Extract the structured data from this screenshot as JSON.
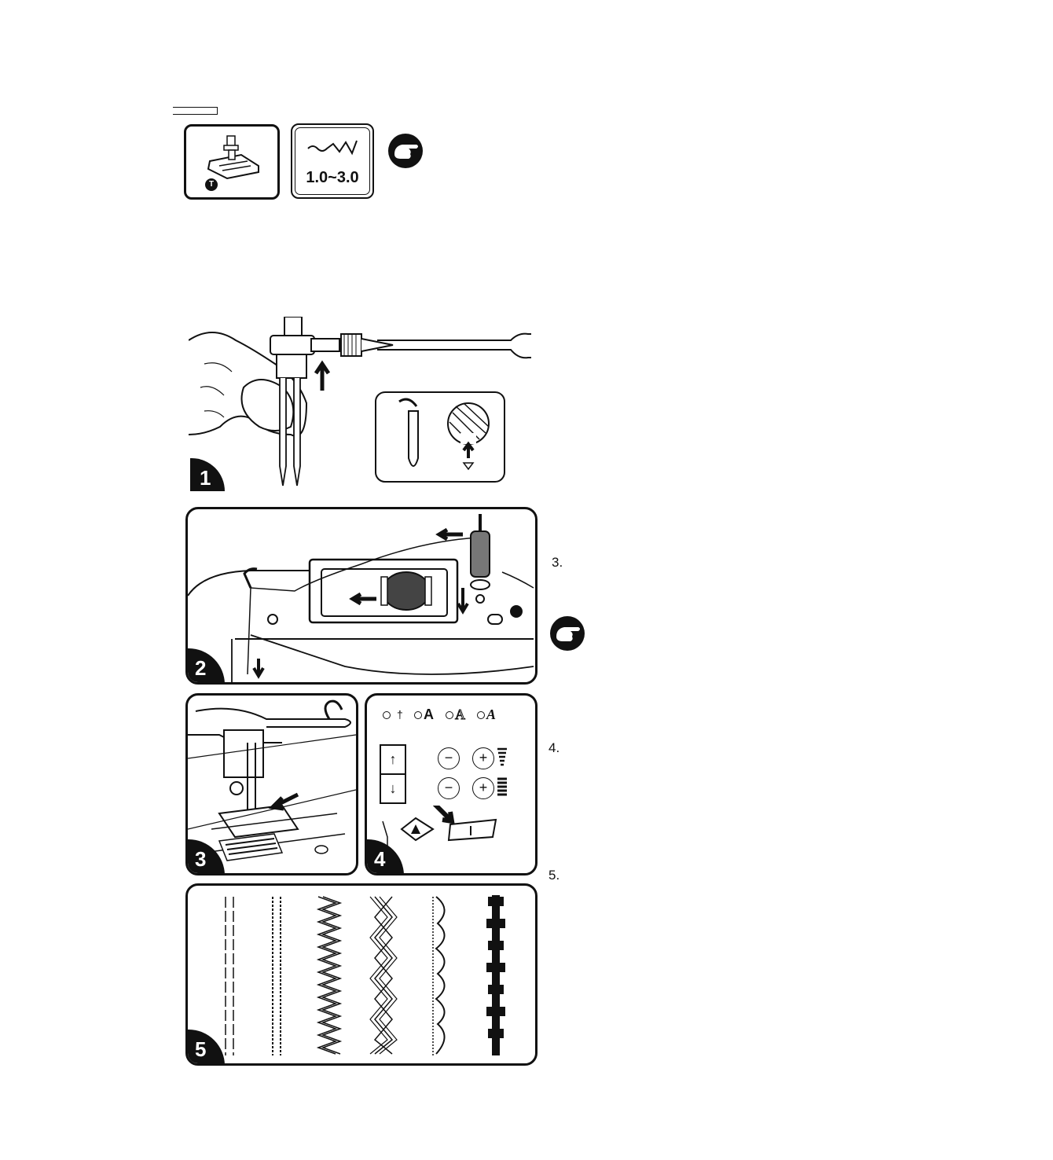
{
  "header": {
    "stitch_length_label": "1.0~3.0",
    "foot_letter": "T"
  },
  "figures": {
    "fig1": {
      "number": "1"
    },
    "fig2": {
      "number": "2"
    },
    "fig3": {
      "number": "3"
    },
    "fig4": {
      "number": "4"
    },
    "fig5": {
      "number": "5"
    }
  },
  "panel4": {
    "indicator_letters": [
      "A",
      "A",
      "A"
    ]
  },
  "steps": {
    "step3": "3.",
    "step4": "4.",
    "step5": "5."
  },
  "icons": {
    "note": "pointing-hand-icon",
    "foot": "presser-foot-icon",
    "stitch": "zigzag-stitch-icon"
  }
}
